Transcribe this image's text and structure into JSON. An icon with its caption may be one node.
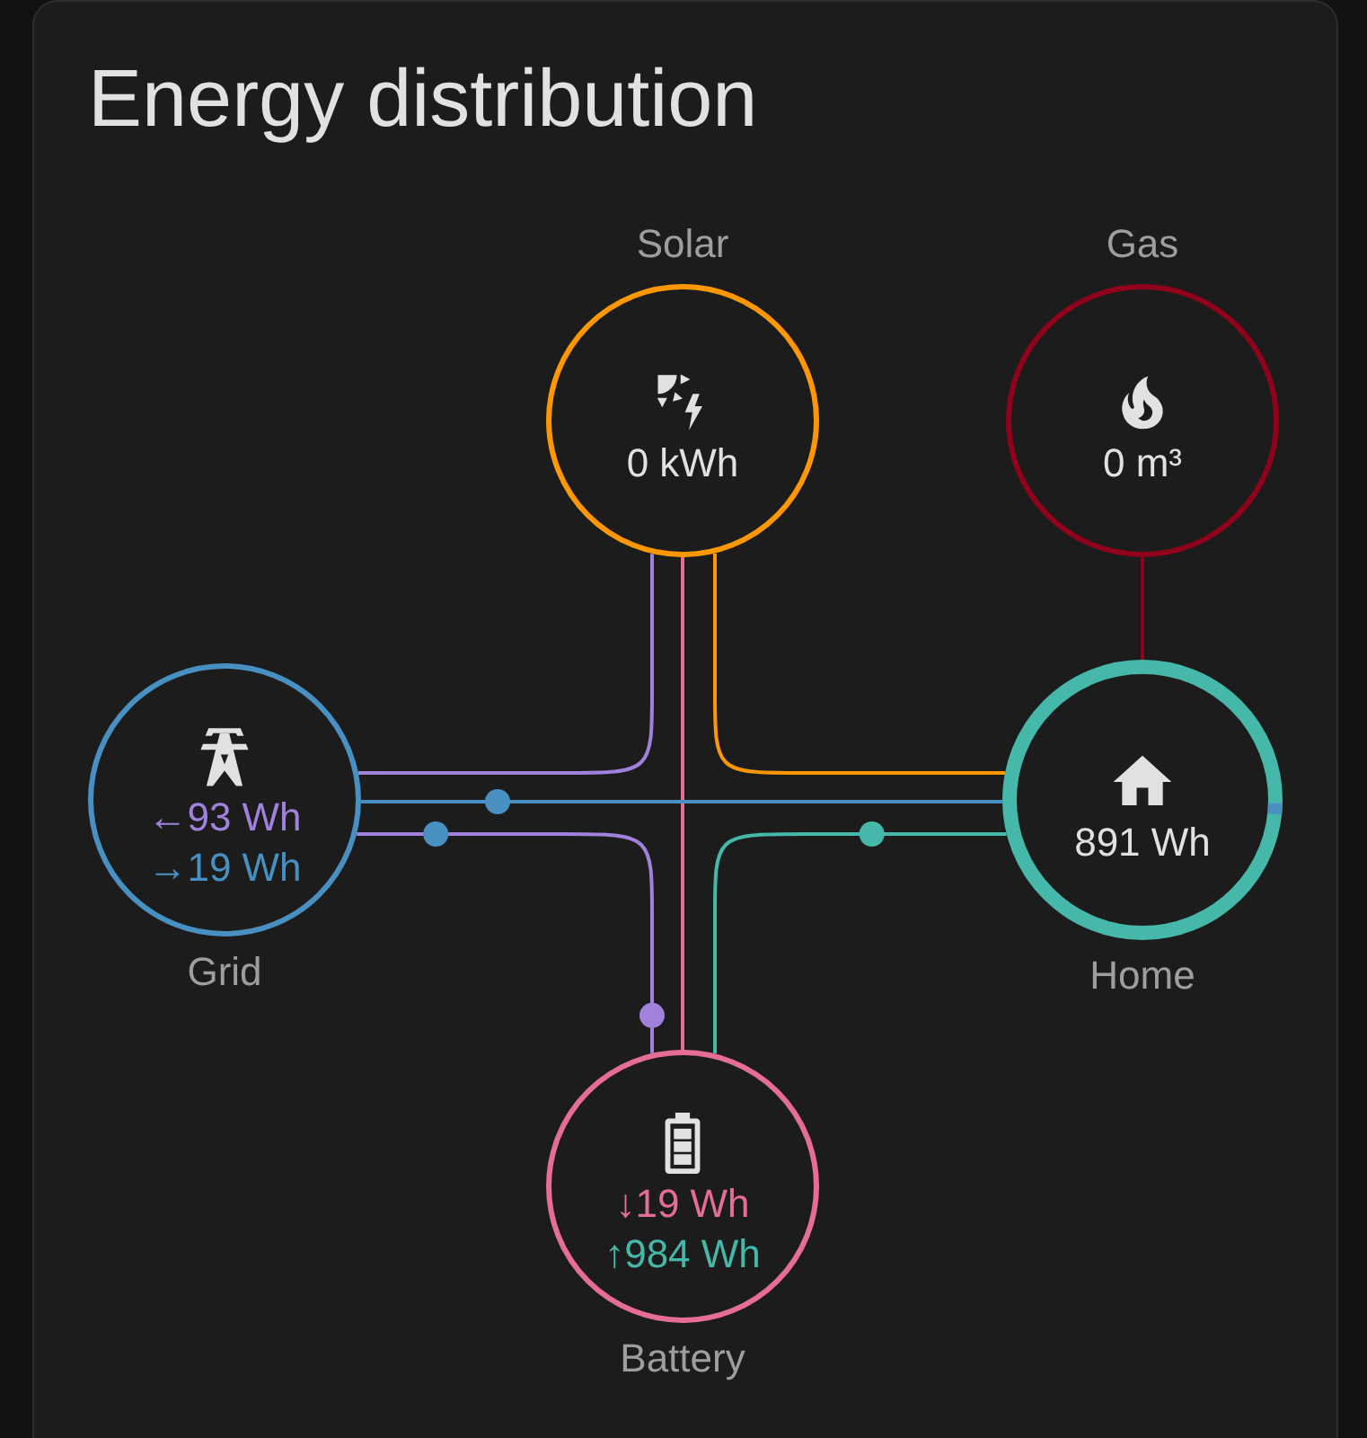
{
  "diagram": {
    "title": "Energy distribution",
    "nodes": [
      {
        "text": [
          "Solar",
          "0 kWh"
        ]
      },
      {
        "text": [
          "Gas",
          "0 m³"
        ]
      },
      {
        "text": [
          "←93 Wh",
          "→19 Wh",
          "Grid"
        ]
      },
      {
        "text": [
          "891 Wh",
          "Home"
        ]
      },
      {
        "text": [
          "↓19 Wh",
          "↑984 Wh",
          "Battery"
        ]
      }
    ],
    "edges": [
      {
        "from": 0,
        "to": 3,
        "arrow": "none",
        "color": "#ff9800"
      },
      {
        "from": 0,
        "to": 2,
        "arrow": "none",
        "color": "#a082dc"
      },
      {
        "from": 0,
        "to": 4,
        "arrow": "none",
        "color": "#e66e96"
      },
      {
        "from": 2,
        "to": 3,
        "arrow": "none",
        "color": "#488fc2"
      },
      {
        "from": 2,
        "to": 4,
        "arrow": "none",
        "color": "#a082dc"
      },
      {
        "from": 4,
        "to": 3,
        "arrow": "none",
        "color": "#45b8aa"
      },
      {
        "from": 1,
        "to": 3,
        "arrow": "none",
        "color": "#8e021b"
      }
    ]
  }
}
